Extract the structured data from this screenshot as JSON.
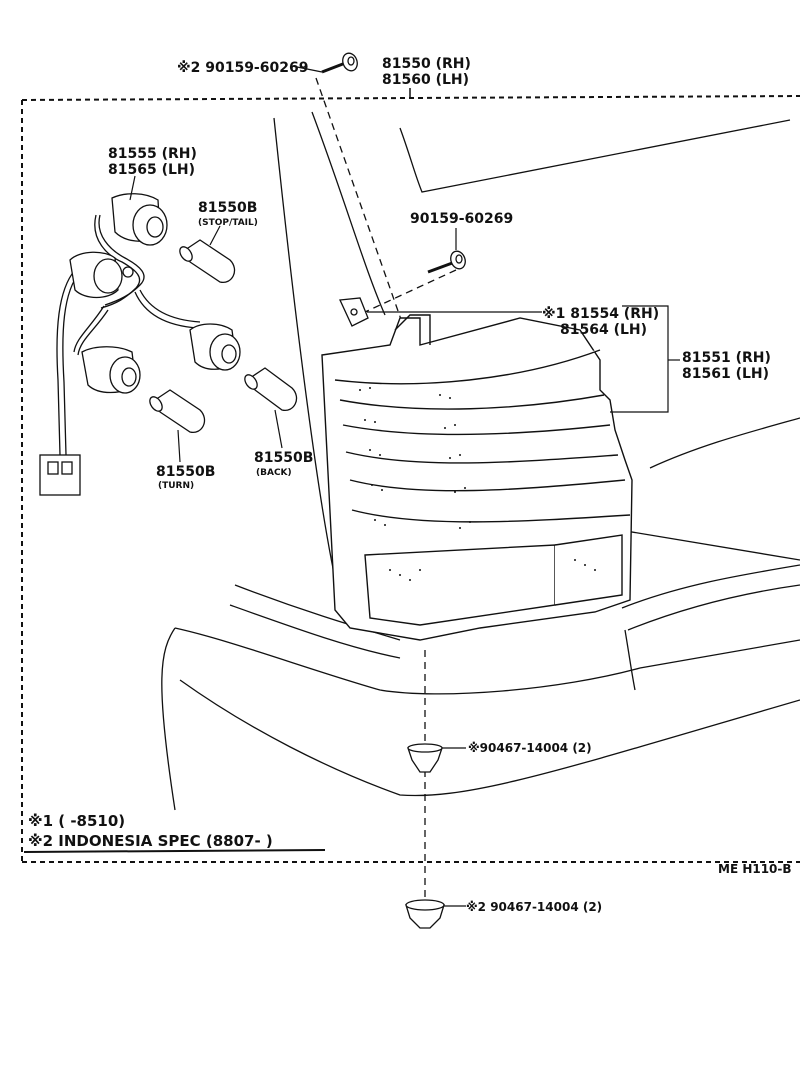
{
  "diagram": {
    "callouts": {
      "top_screw": "※2 90159-60269",
      "assembly_rh": "81550 (RH)",
      "assembly_lh": "81560 (LH)",
      "socket_rh": "81555 (RH)",
      "socket_lh": "81565 (LH)",
      "bulb_stop_pn": "81550B",
      "bulb_stop_sub": "(STOP/TAIL)",
      "screw_mid": "90159-60269",
      "gasket_rh": "※1 81554 (RH)",
      "gasket_lh": "81564 (LH)",
      "lens_rh": "81551 (RH)",
      "lens_lh": "81561 (LH)",
      "bulb_back_pn": "81550B",
      "bulb_back_sub": "(BACK)",
      "bulb_turn_pn": "81550B",
      "bulb_turn_sub": "(TURN)",
      "clip_upper": "※90467-14004 (2)",
      "clip_lower": "※2 90467-14004 (2)"
    },
    "notes": [
      "※1 (      -8510)",
      "※2 INDONESIA  SPEC  (8807-        )"
    ],
    "figure_code": "ME  H110-B"
  }
}
